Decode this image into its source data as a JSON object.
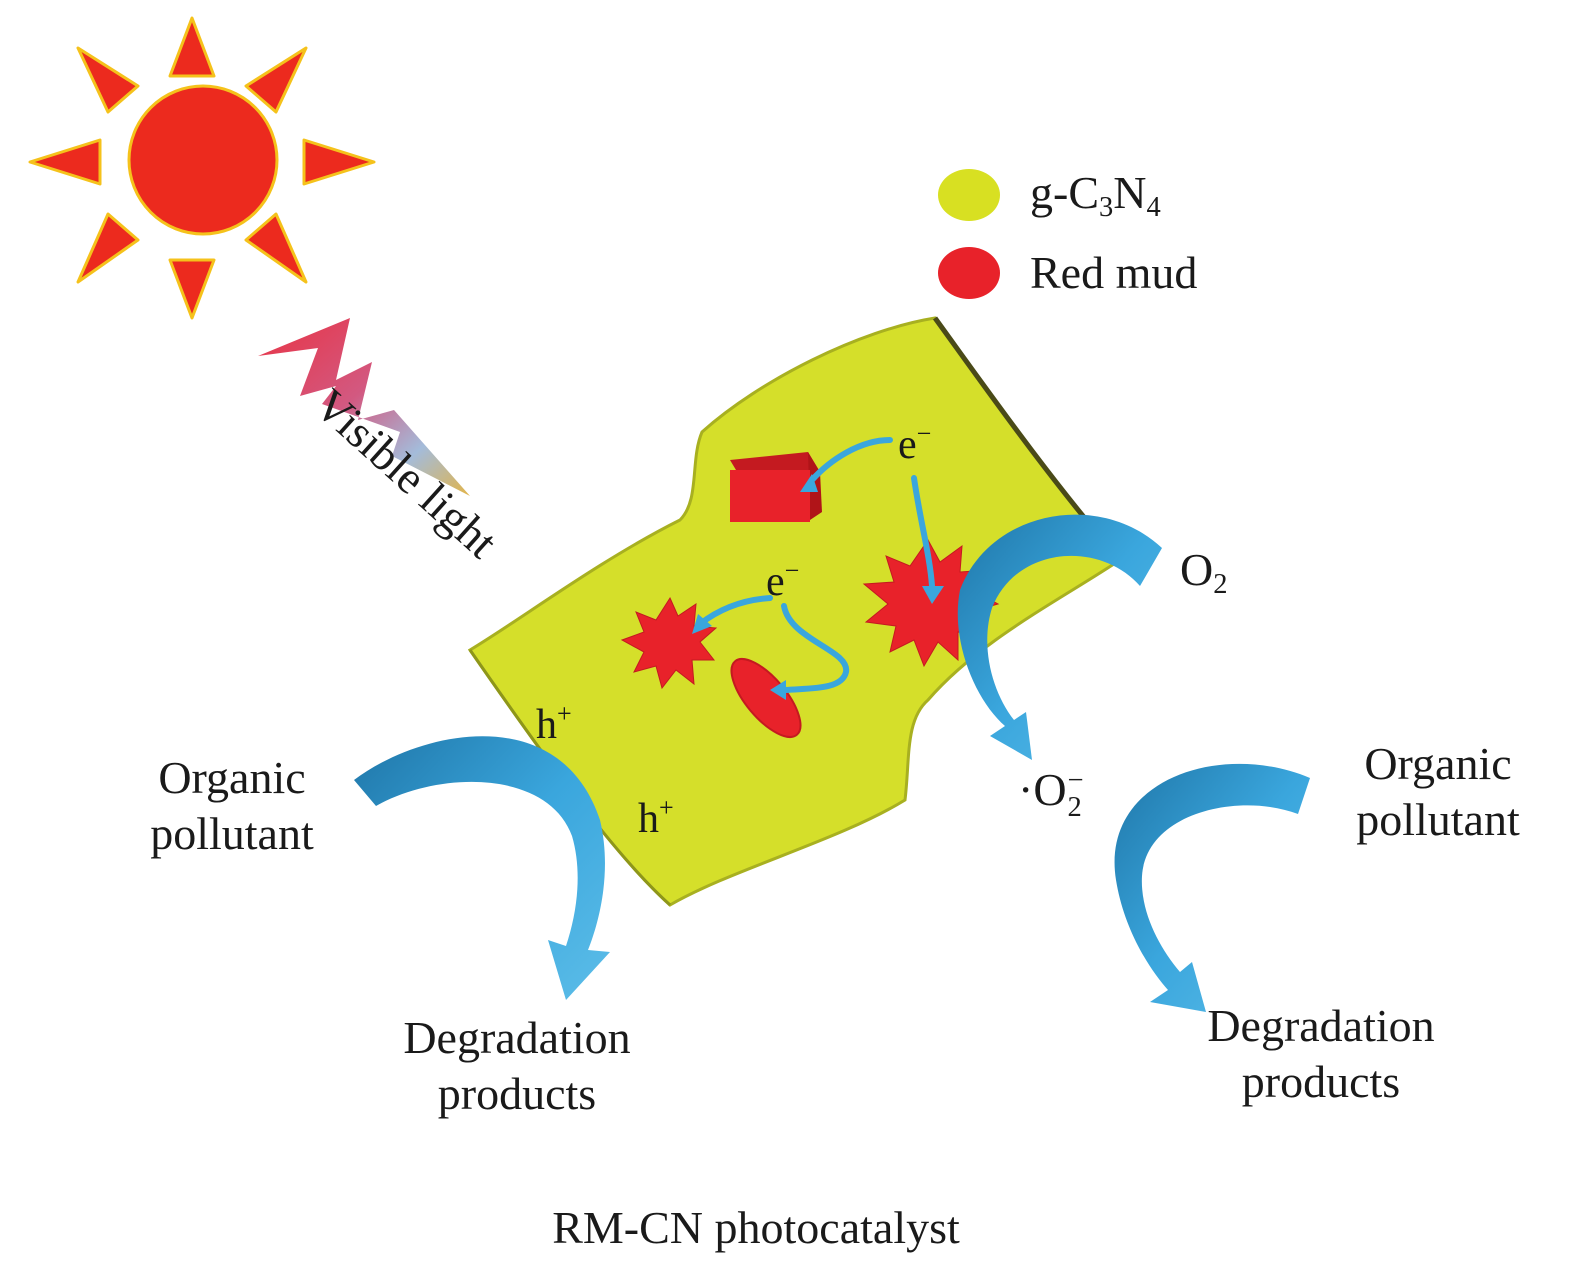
{
  "legend": {
    "cn_prefix": "g-C",
    "cn_sub1": "3",
    "cn_mid": "N",
    "cn_sub2": "4",
    "red_mud": "Red mud",
    "cn_color": "#d8e022",
    "red_mud_color": "#e8222a"
  },
  "labels": {
    "visible_light": "Visible light",
    "electron_base": "e",
    "electron_sign": "−",
    "hole_base": "h",
    "hole_sign": "+",
    "oxygen_base": "O",
    "oxygen_sub": "2",
    "superoxide_dot": "·O",
    "superoxide_sub": "2",
    "superoxide_sign": "−",
    "organic_pollutant_line1": "Organic",
    "organic_pollutant_line2": "pollutant",
    "degradation_line1": "Degradation",
    "degradation_line2": "products"
  },
  "caption": "RM-CN photocatalyst",
  "colors": {
    "sun": "#ec2a1e",
    "sun_glow": "#f5c21b",
    "sheet": "#d5df2a",
    "sheet_edge": "#9aa21a",
    "arrow_blue": "#3aa6dd",
    "arrow_dark": "#1f76a8"
  },
  "icons": [
    "sun-icon",
    "lightning-bolt-icon",
    "red-mud-cube-icon",
    "red-mud-star-icon",
    "red-mud-ellipse-icon"
  ]
}
